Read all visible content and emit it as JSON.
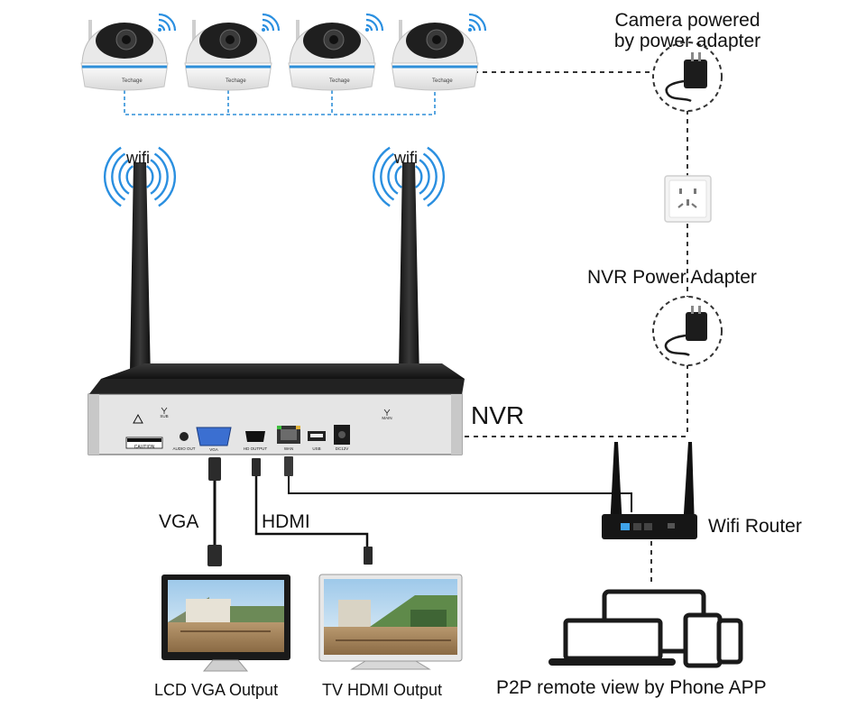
{
  "labels": {
    "camera_power_line1": "Camera powered",
    "camera_power_line2": "by power adapter",
    "wifi_left": "wifi",
    "wifi_right": "wifi",
    "nvr_power_adapter": "NVR Power Adapter",
    "nvr": "NVR",
    "wifi_router": "Wifi Router",
    "vga": "VGA",
    "hdmi": "HDMI",
    "lcd_vga_output": "LCD VGA Output",
    "tv_hdmi_output": "TV HDMI Output",
    "p2p_remote_view": "P2P remote view by Phone APP"
  },
  "camera_brand": "Techage",
  "nvr_ports": {
    "audio_out": "AUDIO OUT",
    "vga": "VGA",
    "hd_output": "HD OUTPUT",
    "wan": "WAN",
    "usb": "USB",
    "dc12v": "DC12V",
    "caution": "CAUTION",
    "sub": "SUB",
    "main": "MAIN"
  },
  "colors": {
    "camera_link": "#2f8fd8",
    "wifi_wave": "#2a8fe0",
    "dashed_line": "#333333",
    "nvr_panel": "#e4e4e4",
    "nvr_body": "#1a1a1a",
    "vga_port": "#3b6fd1"
  }
}
